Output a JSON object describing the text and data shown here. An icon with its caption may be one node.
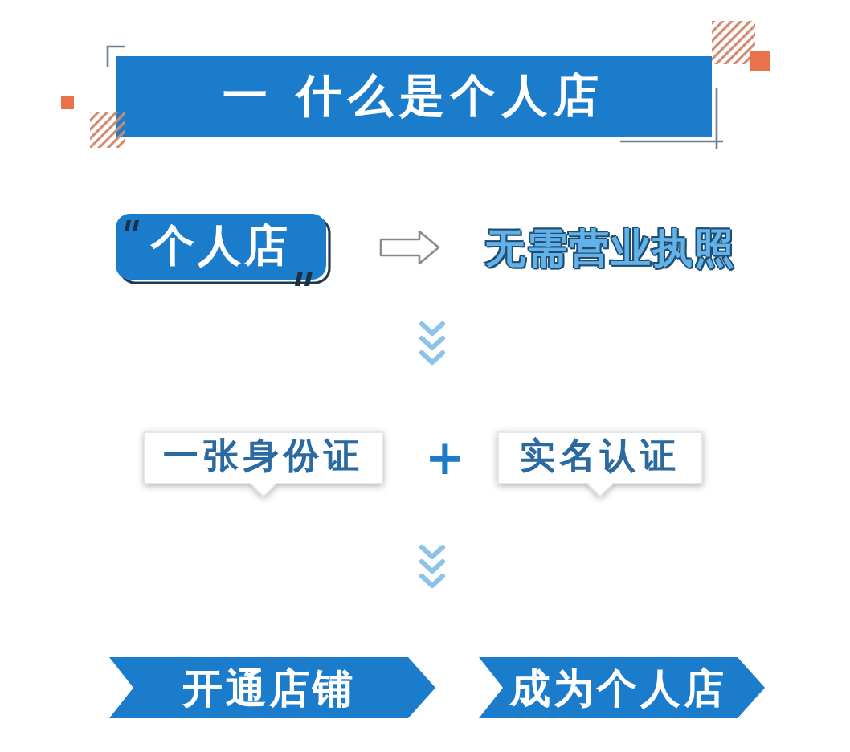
{
  "diagram": {
    "title": "一 什么是个人店",
    "nodes": [
      {
        "text": [
          "个人店"
        ]
      },
      {
        "text": [
          "无需营业执照"
        ]
      },
      {
        "text": [
          "一张身份证"
        ]
      },
      {
        "text": [
          "实名认证"
        ]
      },
      {
        "text": [
          "开通店铺"
        ]
      },
      {
        "text": [
          "成为个人店"
        ]
      }
    ],
    "edges": [
      {
        "from": 0,
        "to": 1,
        "arrow": "to"
      }
    ],
    "labels": [
      "+"
    ]
  }
}
